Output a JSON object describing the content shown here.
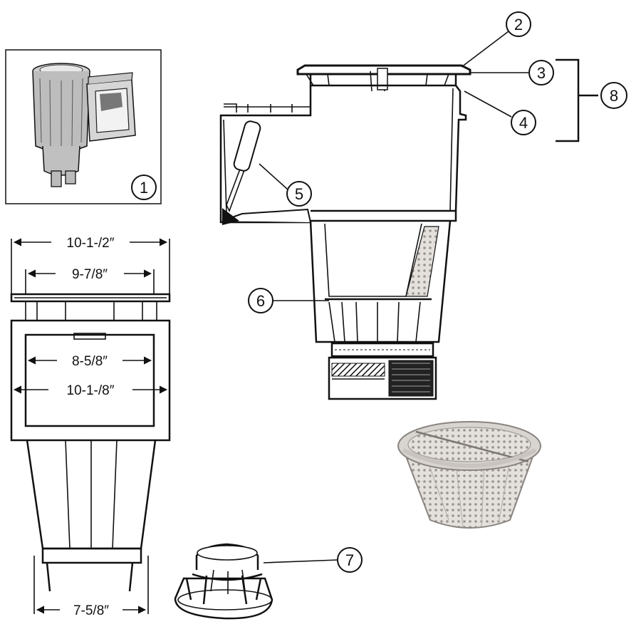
{
  "callouts": [
    {
      "label": "1"
    },
    {
      "label": "2"
    },
    {
      "label": "3"
    },
    {
      "label": "4"
    },
    {
      "label": "5"
    },
    {
      "label": "6"
    },
    {
      "label": "7"
    },
    {
      "label": "8"
    }
  ],
  "dimensions": {
    "top_outer": "10-1-/2″",
    "top_inner": "9-7/8″",
    "mouth_inner": "8-5/8″",
    "mouth_outer": "10-1-/8″",
    "base": "7-5/8″"
  }
}
